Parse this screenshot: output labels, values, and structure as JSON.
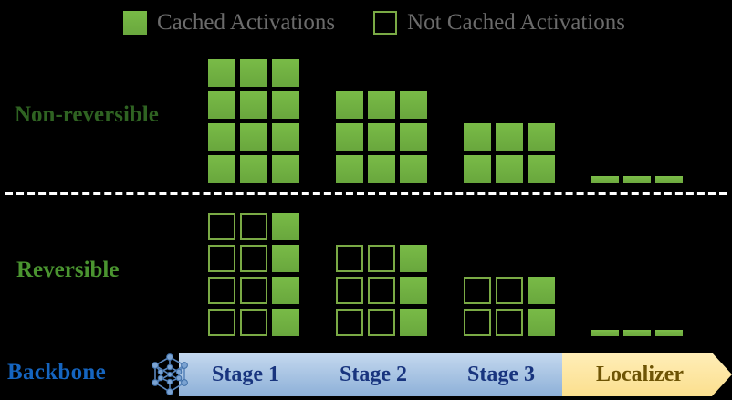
{
  "legend": {
    "items": [
      {
        "icon": "cached-swatch-icon",
        "label": "Cached Activations",
        "state": "cached",
        "color": "#73b646"
      },
      {
        "icon": "not-cached-swatch-icon",
        "label": "Not Cached Activations",
        "state": "not_cached",
        "color": "#7aaa45"
      }
    ]
  },
  "rows": {
    "non_reversible": {
      "label": "Non-reversible",
      "color": "#2f6322"
    },
    "reversible": {
      "label": "Reversible",
      "color": "#4a9430"
    }
  },
  "pipeline": {
    "backbone_label": "Backbone",
    "backbone_icon": "neural-network-icon",
    "stages": [
      {
        "label": "Stage 1",
        "color": "#8db0d8",
        "text_color": "#18347e"
      },
      {
        "label": "Stage 2",
        "color": "#8db0d8",
        "text_color": "#18347e"
      },
      {
        "label": "Stage 3",
        "color": "#8db0d8",
        "text_color": "#18347e"
      },
      {
        "label": "Localizer",
        "color": "#fbdf8e",
        "text_color": "#6e5405"
      }
    ]
  },
  "diagram_data": {
    "type": "grid-matrix",
    "description": "Activation caching per pipeline stage for non-reversible vs reversible backbones",
    "columns_per_stage": 3,
    "stages": [
      {
        "name": "Stage 1",
        "non_reversible": {
          "rows": 4,
          "cached_columns": [
            1,
            2,
            3
          ],
          "cell_shape": "square"
        },
        "reversible": {
          "rows": 4,
          "cached_columns": [
            3
          ],
          "not_cached_columns": [
            1,
            2
          ],
          "cell_shape": "square"
        }
      },
      {
        "name": "Stage 2",
        "non_reversible": {
          "rows": 3,
          "cached_columns": [
            1,
            2,
            3
          ],
          "cell_shape": "square"
        },
        "reversible": {
          "rows": 3,
          "cached_columns": [
            3
          ],
          "not_cached_columns": [
            1,
            2
          ],
          "cell_shape": "square"
        }
      },
      {
        "name": "Stage 3",
        "non_reversible": {
          "rows": 2,
          "cached_columns": [
            1,
            2,
            3
          ],
          "cell_shape": "square"
        },
        "reversible": {
          "rows": 2,
          "cached_columns": [
            3
          ],
          "not_cached_columns": [
            1,
            2
          ],
          "cell_shape": "square"
        }
      },
      {
        "name": "Localizer",
        "non_reversible": {
          "rows": 1,
          "cached_columns": [
            1,
            2,
            3
          ],
          "cell_shape": "thin-bar"
        },
        "reversible": {
          "rows": 1,
          "cached_columns": [
            1,
            2,
            3
          ],
          "cell_shape": "thin-bar"
        }
      }
    ]
  }
}
